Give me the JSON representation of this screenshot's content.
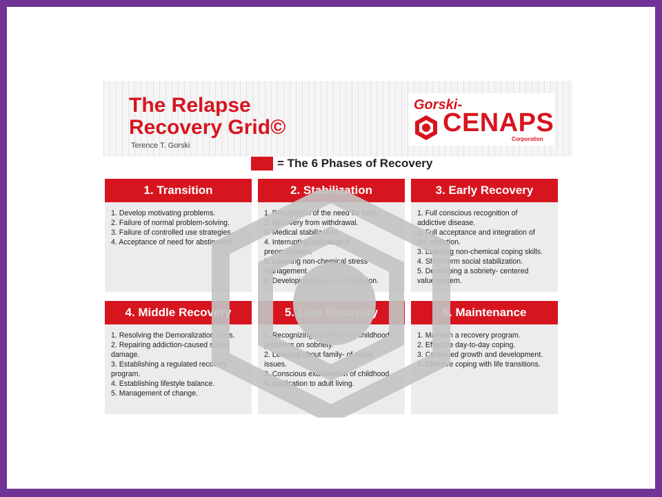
{
  "header": {
    "title_line1": "The Relapse",
    "title_line2": "Recovery Grid©",
    "author": "Terence T. Gorski"
  },
  "logo": {
    "top": "Gorski-",
    "main": "CENAPS",
    "corp": "Corporation"
  },
  "legend": {
    "text": "= The 6 Phases of Recovery",
    "swatch_color": "#d7151f"
  },
  "phases": [
    {
      "title": "1. Transition",
      "items": [
        "1. Develop motivating problems.",
        "2. Failure of normal problem-solving.",
        "3. Failure of controlled use strategies.",
        "4. Acceptance of need for abstinence."
      ]
    },
    {
      "title": "2. Stabilization",
      "items": [
        "1. Recognition of the need for help.",
        "2. Recovery from withdrawal.",
        "3. Medical stabilization.",
        "4. Interrupting pathological",
        "preoccupation.",
        "5. Learning non-chemical stress",
        "management.",
        "6. Developing hope and motivation."
      ]
    },
    {
      "title": "3. Early Recovery",
      "items": [
        "1. Full conscious recognition of",
        "addictive disease.",
        "2. Full acceptance and integration of",
        "the addiction.",
        "3. Learning non-chemical coping skills.",
        "4. Short-term social stabilization.",
        "5. Developing a sobriety- centered",
        "value system."
      ]
    },
    {
      "title": "4. Middle Recovery",
      "items": [
        "1. Resolving the Demoralization crisis.",
        "2. Repairing addiction-caused social",
        "damage.",
        "3. Establishing a regulated recovery",
        "program.",
        "4. Establishing lifestyle balance.",
        "5. Management of change."
      ]
    },
    {
      "title": "5. Late Recovery",
      "items": [
        "1. Recognizing the effects of childhood",
        "problems on sobriety.",
        "2. Learning about family- of-origin",
        "issues.",
        "3. Conscious examination of childhood.",
        "4. Application to adult living."
      ]
    },
    {
      "title": "6. Maintenance",
      "items": [
        "1. Maintain a recovery program.",
        "2. Effective day-to-day coping.",
        "3. Continued growth and development.",
        "4. Effective coping with life transitions."
      ]
    }
  ],
  "colors": {
    "accent": "#d7151f",
    "border": "#6f3496",
    "card_bg": "#ececec"
  },
  "icons": {
    "logo": "hexagon-spiral-logo-icon",
    "watermark": "hexagon-watermark-icon"
  }
}
